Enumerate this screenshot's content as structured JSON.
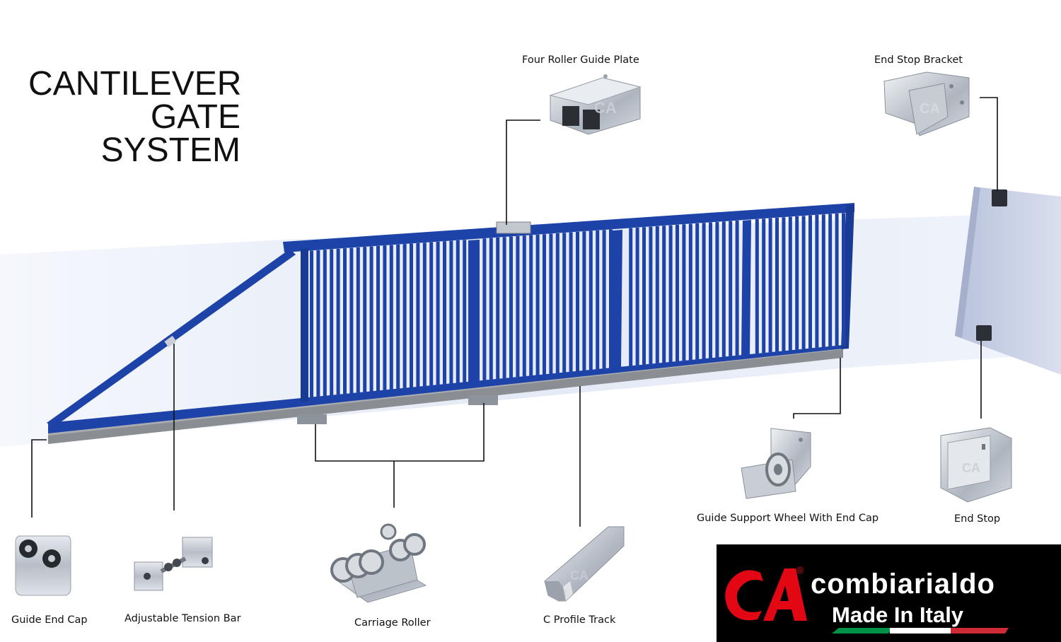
{
  "title": {
    "line1": "CANTILEVER",
    "line2": "GATE",
    "line3": "SYSTEM"
  },
  "components": {
    "four_roller_guide_plate": "Four Roller Guide Plate",
    "end_stop_bracket": "End Stop Bracket",
    "guide_end_cap": "Guide End Cap",
    "adjustable_tension_bar": "Adjustable Tension Bar",
    "carriage_roller": "Carriage Roller",
    "c_profile_track": "C Profile Track",
    "guide_support_wheel": "Guide Support Wheel With End Cap",
    "end_stop": "End Stop"
  },
  "watermark": "CA",
  "logo": {
    "mark": "CA",
    "name": "combiarialdo",
    "registered": "®",
    "tagline": "Made In Italy"
  },
  "colors": {
    "gate_blue": "#1e43a8",
    "track_grey": "#8a8e93",
    "wall_tint": "#dde4f3",
    "logo_red": "#e30613",
    "flag_green": "#009246",
    "flag_red": "#ce2b37"
  }
}
